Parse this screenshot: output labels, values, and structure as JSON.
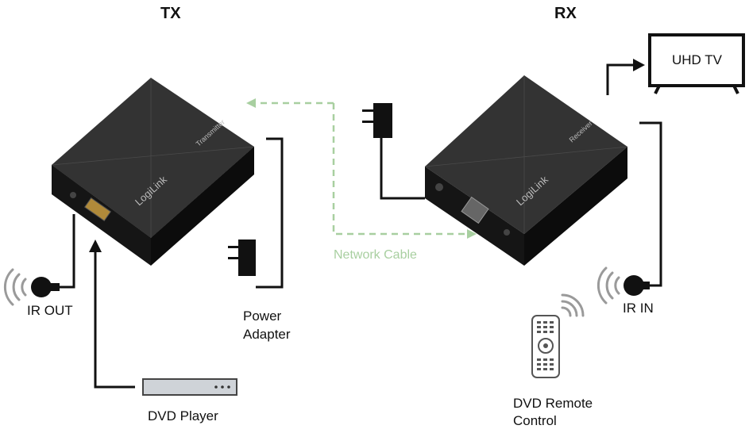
{
  "headers": {
    "tx": "TX",
    "rx": "RX"
  },
  "tx_device": {
    "brand": "LogiLink",
    "model": "Transmitter"
  },
  "rx_device": {
    "brand": "LogiLink",
    "model": "Receiver"
  },
  "labels": {
    "uhd_tv": "UHD TV",
    "network_cable": "Network Cable",
    "ir_out": "IR OUT",
    "ir_in": "IR IN",
    "power_adapter_line1": "Power",
    "power_adapter_line2": "Adapter",
    "dvd_player": "DVD Player",
    "dvd_remote_line1": "DVD Remote",
    "dvd_remote_line2": "Control"
  },
  "colors": {
    "cable": "#111111",
    "network": "#a8cfa0",
    "device_top": "#2e2e2e",
    "device_side": "#1a1a1a",
    "ir_waves": "#9a9a9a"
  }
}
